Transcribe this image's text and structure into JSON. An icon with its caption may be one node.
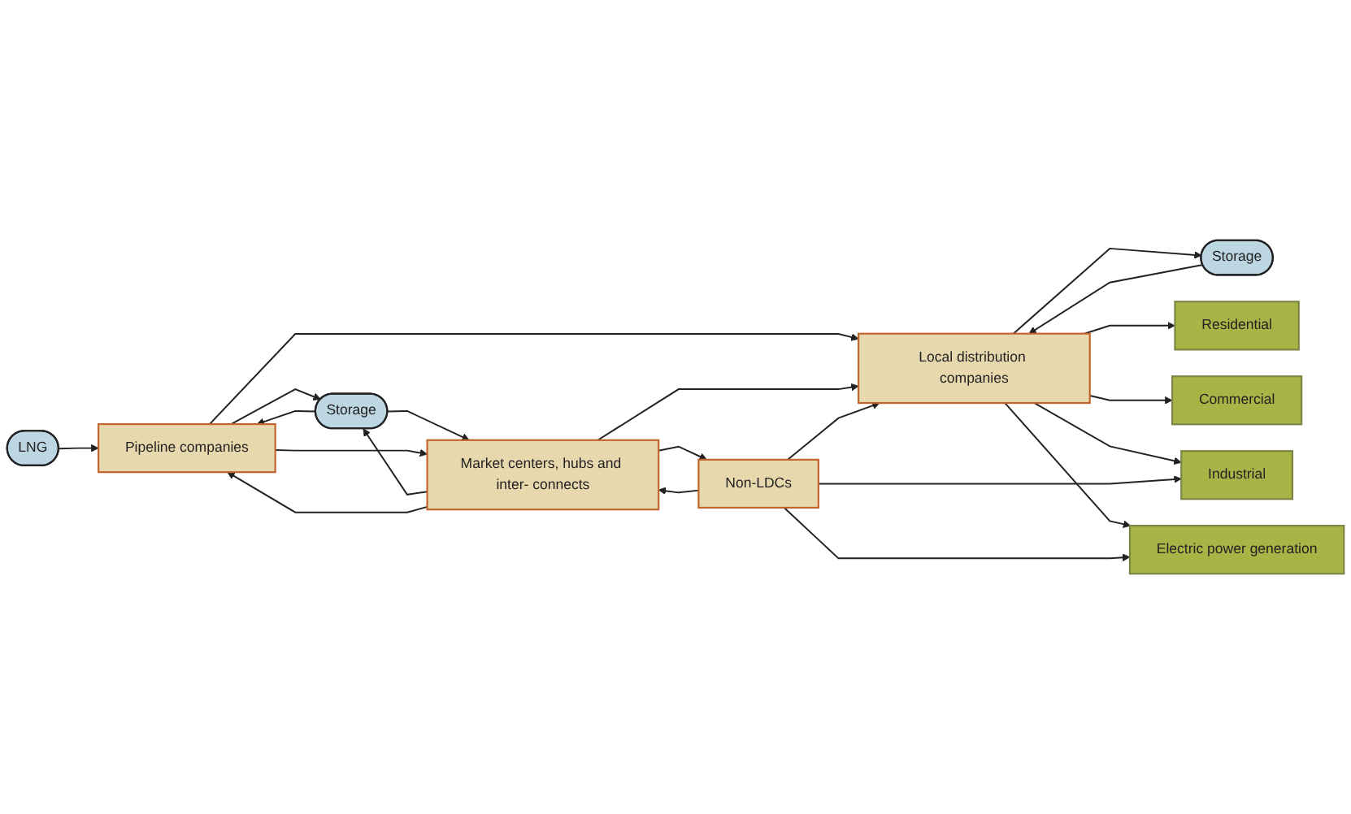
{
  "diagram": {
    "nodes": [
      {
        "text": [
          "LNG"
        ]
      },
      {
        "text": [
          "Storage"
        ]
      },
      {
        "text": [
          "Residential"
        ]
      },
      {
        "text": [
          "Pipeline companies"
        ]
      },
      {
        "text": [
          "Commercial"
        ]
      },
      {
        "text": [
          "Storage"
        ]
      },
      {
        "text": [
          "Market centers, hubs and inter- connects"
        ]
      },
      {
        "text": [
          "Local distribution companies"
        ]
      },
      {
        "text": [
          "Industrial"
        ]
      },
      {
        "text": [
          "Electric power generation"
        ]
      },
      {
        "text": [
          "Non-LDCs"
        ]
      }
    ],
    "edges": [
      {
        "from": 0,
        "to": 3,
        "arrow": "to"
      },
      {
        "from": 5,
        "to": 3,
        "arrow": "to"
      },
      {
        "from": 3,
        "to": 5,
        "arrow": "to"
      },
      {
        "from": 5,
        "to": 6,
        "arrow": "to"
      },
      {
        "from": 6,
        "to": 5,
        "arrow": "to"
      },
      {
        "from": 6,
        "to": 3,
        "arrow": "to"
      },
      {
        "from": 3,
        "to": 6,
        "arrow": "to"
      },
      {
        "from": 3,
        "to": 7,
        "arrow": "to"
      },
      {
        "from": 6,
        "to": 7,
        "arrow": "to"
      },
      {
        "from": 7,
        "to": 1,
        "arrow": "to"
      },
      {
        "from": 1,
        "to": 7,
        "arrow": "to"
      },
      {
        "from": 10,
        "to": 6,
        "arrow": "to"
      },
      {
        "from": 6,
        "to": 10,
        "arrow": "to"
      },
      {
        "from": 10,
        "to": 7,
        "arrow": "to"
      },
      {
        "from": 7,
        "to": 2,
        "arrow": "to"
      },
      {
        "from": 7,
        "to": 4,
        "arrow": "to"
      },
      {
        "from": 7,
        "to": 8,
        "arrow": "to"
      },
      {
        "from": 7,
        "to": 9,
        "arrow": "to"
      },
      {
        "from": 10,
        "to": 8,
        "arrow": "to"
      },
      {
        "from": 10,
        "to": 9,
        "arrow": "to"
      }
    ]
  }
}
